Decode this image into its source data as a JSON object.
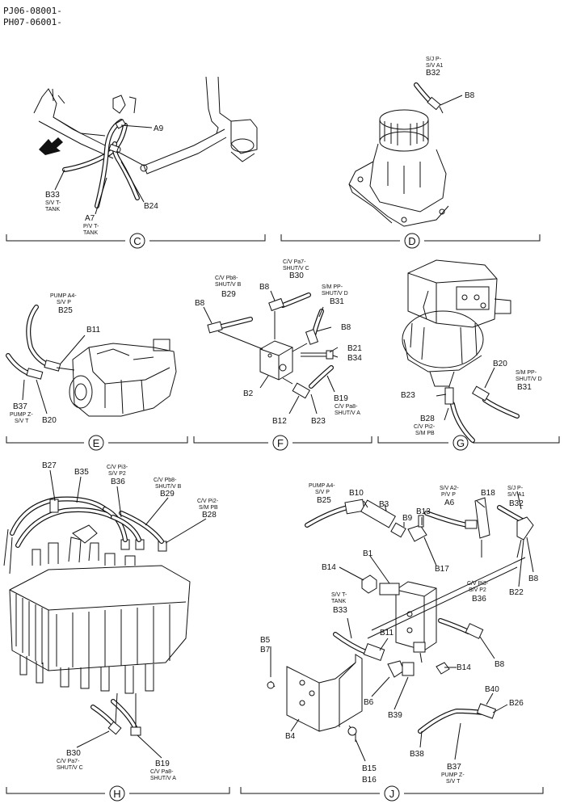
{
  "header": {
    "line1": "PJ06-08001-",
    "line2": "PH07-06001-"
  },
  "sections": {
    "C": {
      "letter": "C",
      "A9": "A9",
      "B33": {
        "code": "B33",
        "l1": "S/V T-",
        "l2": "TANK"
      },
      "B24": "B24",
      "A7": {
        "code": "A7",
        "l1": "P/V T-",
        "l2": "TANK"
      }
    },
    "D": {
      "letter": "D",
      "B32": {
        "l1": "S/J P-",
        "l2": "S/V A1",
        "code": "B32"
      },
      "B8": "B8"
    },
    "E": {
      "letter": "E",
      "B25": {
        "l1": "PUMP A4-",
        "l2": "S/V P",
        "code": "B25"
      },
      "B11": "B11",
      "B37": {
        "code": "B37",
        "l1": "PUMP Z-",
        "l2": "S/V T"
      },
      "B20": "B20"
    },
    "F": {
      "letter": "F",
      "B30": {
        "l1": "C/V Pa7-",
        "l2": "SHUT/V C",
        "code": "B30"
      },
      "B29": {
        "l1": "C/V Pb8-",
        "l2": "SHUT/V B",
        "code": "B29"
      },
      "B8a": "B8",
      "B8b": "B8",
      "B31": {
        "l1": "S/M PP-",
        "l2": "SHUT/V D",
        "code": "B31"
      },
      "B8c": "B8",
      "B21": "B21",
      "B34": "B34",
      "B2": "B2",
      "B19": {
        "code": "B19",
        "l1": "C/V Pa8-",
        "l2": "SHUT/V A"
      },
      "B12": "B12",
      "B23": "B23"
    },
    "G": {
      "letter": "G",
      "B20": "B20",
      "B31": {
        "l1": "S/M PP-",
        "l2": "SHUT/V D",
        "code": "B31"
      },
      "B23": "B23",
      "B28": {
        "code": "B28",
        "l1": "C/V Pi2-",
        "l2": "S/M PB"
      }
    },
    "H": {
      "letter": "H",
      "B27": "B27",
      "B35": "B35",
      "B36": {
        "l1": "C/V Pi3-",
        "l2": "S/V P2",
        "code": "B36"
      },
      "B29": {
        "l1": "C/V Pb8-",
        "l2": "SHUT/V B",
        "code": "B29"
      },
      "B28": {
        "l1": "C/V Pi2-",
        "l2": "S/M PB",
        "code": "B28"
      },
      "B30": {
        "code": "B30",
        "l1": "C/V Pa7-",
        "l2": "SHUT/V C"
      },
      "B19": {
        "code": "B19",
        "l1": "C/V Pa8-",
        "l2": "SHUT/V A"
      }
    },
    "J": {
      "letter": "J",
      "B25": {
        "l1": "PUMP A4-",
        "l2": "S/V P",
        "code": "B25"
      },
      "B10": "B10",
      "B3": "B3",
      "B9": "B9",
      "B13": "B13",
      "A6": {
        "l1": "S/V A2-",
        "l2": "P/V P",
        "code": "A6"
      },
      "B18": "B18",
      "B32": {
        "l1": "S/J P-",
        "l2": "S/V A1",
        "code": "B32"
      },
      "B1": "B1",
      "B17": "B17",
      "B8a": "B8",
      "B22": "B22",
      "B14a": "B14",
      "B33": {
        "l1": "S/V T-",
        "l2": "TANK",
        "code": "B33"
      },
      "B36": {
        "l1": "C/V Pi3-",
        "l2": "S/V P2",
        "code": "B36"
      },
      "B11": "B11",
      "B5": "B5",
      "B7": "B7",
      "B14b": "B14",
      "B8b": "B8",
      "B6": "B6",
      "B39": "B39",
      "B40": "B40",
      "B26": "B26",
      "B4": "B4",
      "B38": "B38",
      "B15": "B15",
      "B16": "B16",
      "B37": {
        "code": "B37",
        "l1": "PUMP Z-",
        "l2": "S/V T"
      }
    }
  }
}
